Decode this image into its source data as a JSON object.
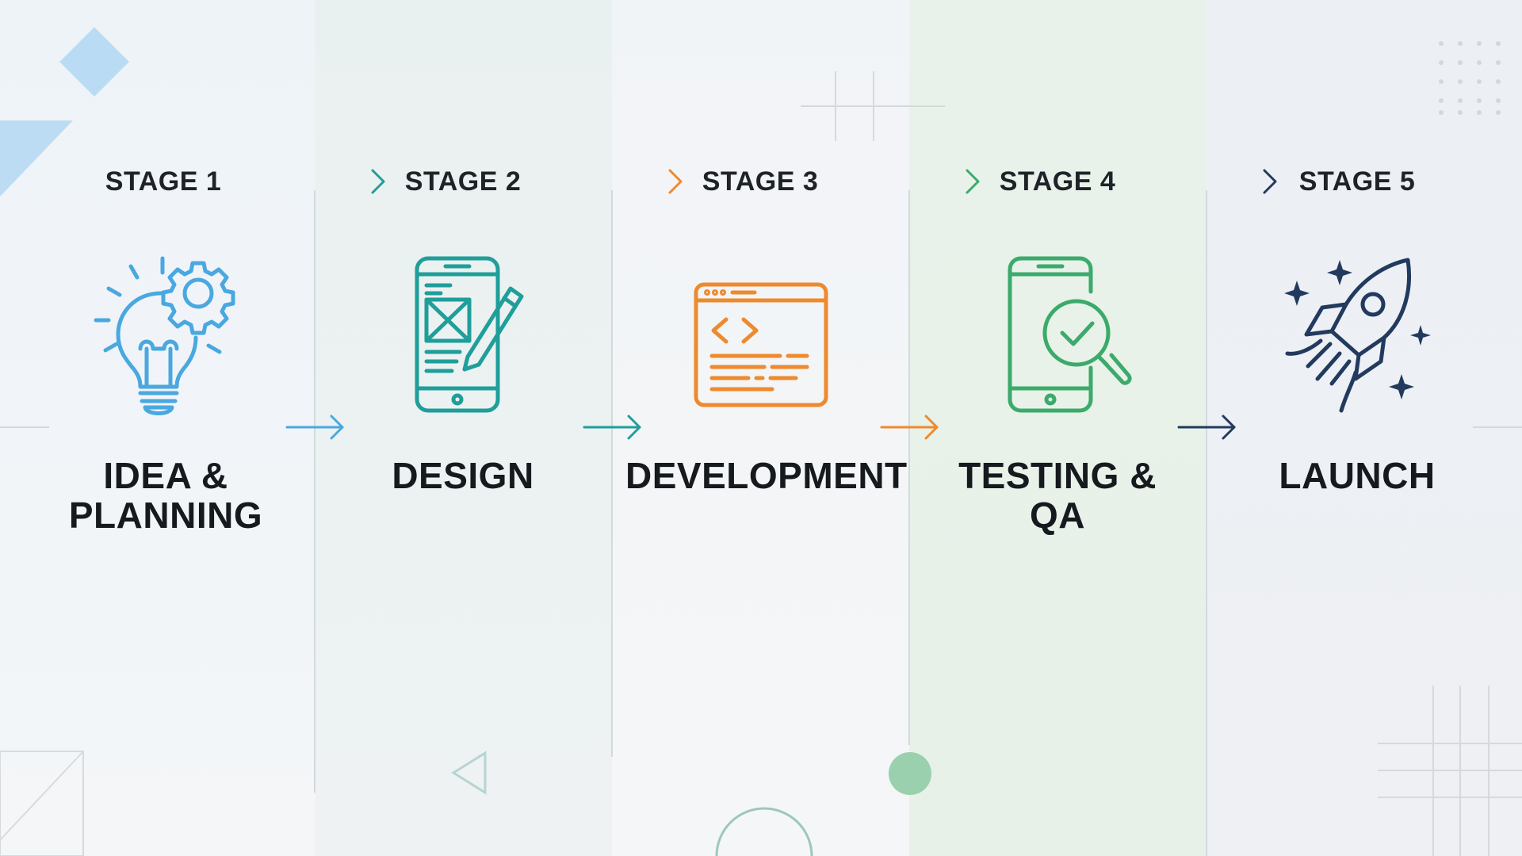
{
  "colors": {
    "stage1": "#4aa8e0",
    "stage2": "#1f9e9a",
    "stage3": "#ee8a2e",
    "stage4": "#3caa6a",
    "stage5": "#223a5e",
    "text": "#161a1e"
  },
  "stages": [
    {
      "label": "STAGE 1",
      "title": "IDEA &\nPLANNING",
      "icon": "lightbulb-gear-icon"
    },
    {
      "label": "STAGE 2",
      "title": "DESIGN",
      "icon": "mobile-wireframe-pencil-icon"
    },
    {
      "label": "STAGE 3",
      "title": "DEVELOPMENT",
      "icon": "code-window-icon"
    },
    {
      "label": "STAGE 4",
      "title": "TESTING & QA",
      "icon": "mobile-magnifier-check-icon"
    },
    {
      "label": "STAGE 5",
      "title": "LAUNCH",
      "icon": "rocket-icon"
    }
  ]
}
